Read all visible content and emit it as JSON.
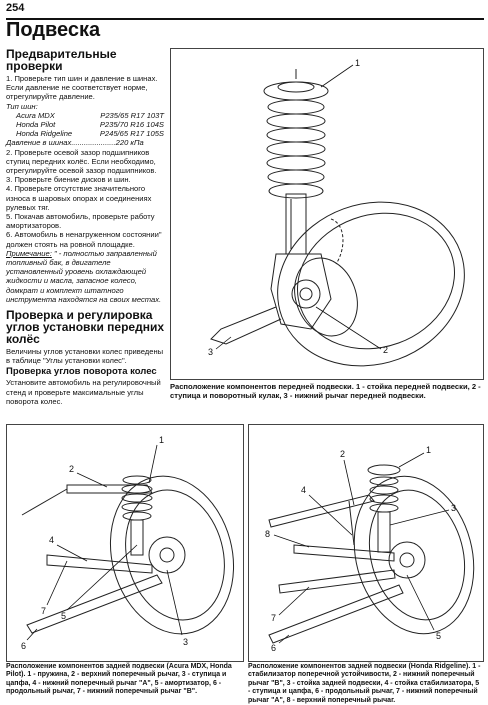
{
  "page": {
    "number": "254",
    "title": "Подвеска"
  },
  "left": {
    "section1": {
      "heading": "Предварительные проверки",
      "p1": "1. Проверьте тип шин и давление в шинах. Если давление не соответствует норме, отрегулируйте давление.",
      "tire_label": "Тип шин:",
      "tires": [
        {
          "model": "Acura MDX",
          "size": "P235/65 R17 103T"
        },
        {
          "model": "Honda Pilot",
          "size": "P235/70 R16 104S"
        },
        {
          "model": "Honda Ridgeline",
          "size": "P245/65 R17 105S"
        }
      ],
      "pressure": "Давление в шинах.....................220 кПа",
      "p2": "2. Проверьте осевой зазор подшипников ступиц передних колёс. Если необходимо, отрегулируйте осевой зазор подшипников.",
      "p3": "3. Проверьте биение дисков и шин.",
      "p4": "4. Проверьте отсутствие значительного износа в шаровых опорах и соединениях рулевых тяг.",
      "p5": "5. Покачав автомобиль, проверьте работу амортизаторов.",
      "p6": "6. Автомобиль в ненагруженном состоянии\" должен стоять на ровной площадке.",
      "note_label": "Примечание:",
      "note_text": " \" - полностью заправленный топливный бак, в двигателе установленный уровень охлаждающей жидкости и масла, запасное колесо, домкрат и комплект штатного инструмента находятся на своих местах."
    },
    "section2": {
      "heading": "Проверка и регулировка углов установки передних колёс",
      "p1": "Величины углов установки колес приведены в таблице \"Углы установки колес\"."
    },
    "section3": {
      "heading": "Проверка углов поворота колес",
      "p1": "Установите автомобиль на регулировочный стенд и проверьте максимальные углы поворота колес."
    }
  },
  "figures": {
    "front": {
      "caption": "Расположение компонентов передней подвески. 1 - стойка передней подвески, 2 - ступица и поворотный кулак, 3 - нижний рычаг передней подвески.",
      "labels": [
        "1",
        "2",
        "3"
      ]
    },
    "rear_acura": {
      "caption": "Расположение компонентов задней подвески (Acura MDX, Honda Pilot). 1 - пружина, 2 - верхний поперечный рычаг, 3 - ступица и цапфа, 4 - нижний поперечный рычаг \"A\", 5 - амортизатор, 6 - продольный рычаг, 7 - нижний поперечный рычаг \"B\".",
      "labels": [
        "1",
        "2",
        "3",
        "4",
        "5",
        "6",
        "7"
      ]
    },
    "rear_ridgeline": {
      "caption": "Расположение компонентов задней подвески (Honda Ridgeline). 1 - стабилизатор поперечной устойчивости, 2 - нижний поперечный рычаг \"B\", 3 - стойка задней подвески, 4 - стойка стабилизатора, 5 - ступица и цапфа, 6 - продольный рычаг, 7 - нижний поперечный рычаг \"A\", 8 - верхний поперечный рычаг.",
      "labels": [
        "1",
        "2",
        "3",
        "4",
        "5",
        "6",
        "7",
        "8"
      ]
    }
  }
}
